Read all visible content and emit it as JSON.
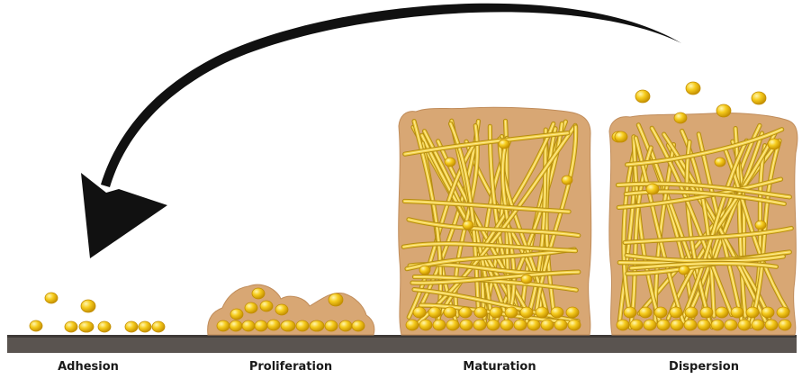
{
  "stages": [
    {
      "key": "adhesion",
      "label": "Adhesion"
    },
    {
      "key": "proliferation",
      "label": "Proliferation"
    },
    {
      "key": "maturation",
      "label": "Maturation"
    },
    {
      "key": "dispersion",
      "label": "Dispersion"
    }
  ],
  "colors": {
    "substrate": "#5a5450",
    "matrix": "#d8a774",
    "cell_fill": "#f4c40d",
    "cell_edge": "#c28d00",
    "hypha": "#f3cf45",
    "hypha_edge": "#b58d10",
    "arrow": "#111111"
  },
  "icons": [
    "curved-arrow-icon",
    "yeast-cell-icon",
    "hypha-filament-icon"
  ]
}
